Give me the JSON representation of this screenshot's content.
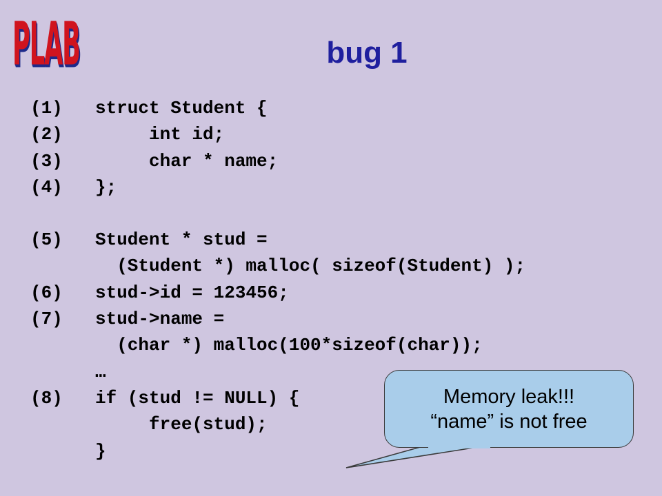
{
  "logo": "PLAB",
  "title": "bug 1",
  "code_lines": [
    {
      "num": "(1)",
      "text": "struct Student {"
    },
    {
      "num": "(2)",
      "text": "     int id;"
    },
    {
      "num": "(3)",
      "text": "     char * name;"
    },
    {
      "num": "(4)",
      "text": "};"
    },
    {
      "num": "(5)",
      "text": "Student * stud ="
    },
    {
      "num": "",
      "text": "  (Student *) malloc( sizeof(Student) );"
    },
    {
      "num": "(6)",
      "text": "stud->id = 123456;"
    },
    {
      "num": "(7)",
      "text": "stud->name ="
    },
    {
      "num": "",
      "text": "  (char *) malloc(100*sizeof(char));"
    },
    {
      "num": "",
      "text": "…"
    },
    {
      "num": "(8)",
      "text": "if (stud != NULL) {"
    },
    {
      "num": "",
      "text": "     free(stud);"
    },
    {
      "num": "",
      "text": "}"
    }
  ],
  "callout": {
    "line1": "Memory leak!!!",
    "line2": "“name” is not free"
  }
}
